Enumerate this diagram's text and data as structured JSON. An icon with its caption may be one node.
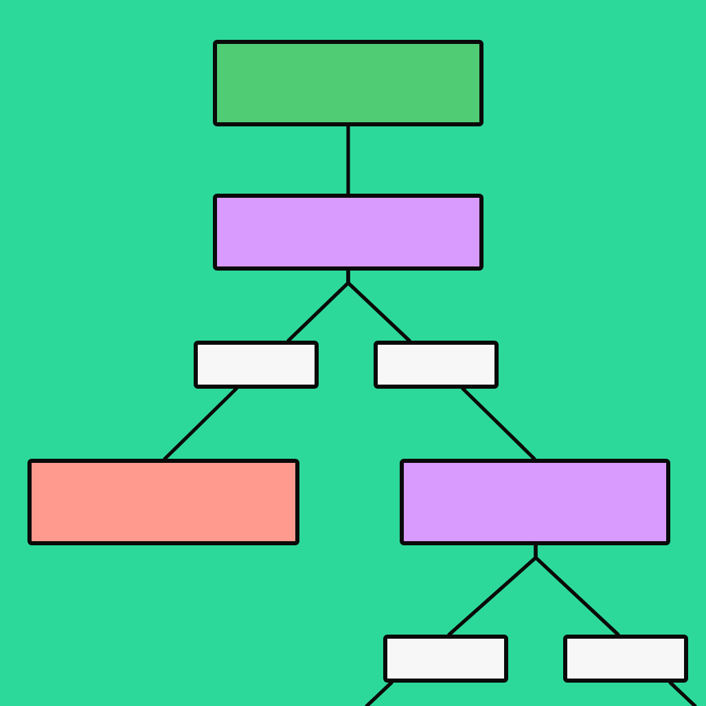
{
  "diagram": {
    "nodes": [
      {
        "text": [],
        "shape": "box"
      },
      {
        "text": [],
        "shape": "box"
      },
      {
        "text": [],
        "shape": "box"
      },
      {
        "text": [],
        "shape": "box"
      },
      {
        "text": [],
        "shape": "box"
      },
      {
        "text": [],
        "shape": "box"
      },
      {
        "text": [],
        "shape": "box"
      },
      {
        "text": [],
        "shape": "box"
      }
    ],
    "edges": [
      {
        "from": 0,
        "to": 1,
        "arrow": "none"
      },
      {
        "from": 1,
        "to": 2,
        "arrow": "none"
      },
      {
        "from": 1,
        "to": 3,
        "arrow": "none"
      },
      {
        "from": 2,
        "to": 4,
        "arrow": "none"
      },
      {
        "from": 3,
        "to": 5,
        "arrow": "none"
      },
      {
        "from": 5,
        "to": 6,
        "arrow": "none"
      },
      {
        "from": 5,
        "to": 7,
        "arrow": "none"
      },
      {
        "from": 6,
        "to": null,
        "arrow": "none"
      },
      {
        "from": 7,
        "to": null,
        "arrow": "none"
      }
    ]
  }
}
